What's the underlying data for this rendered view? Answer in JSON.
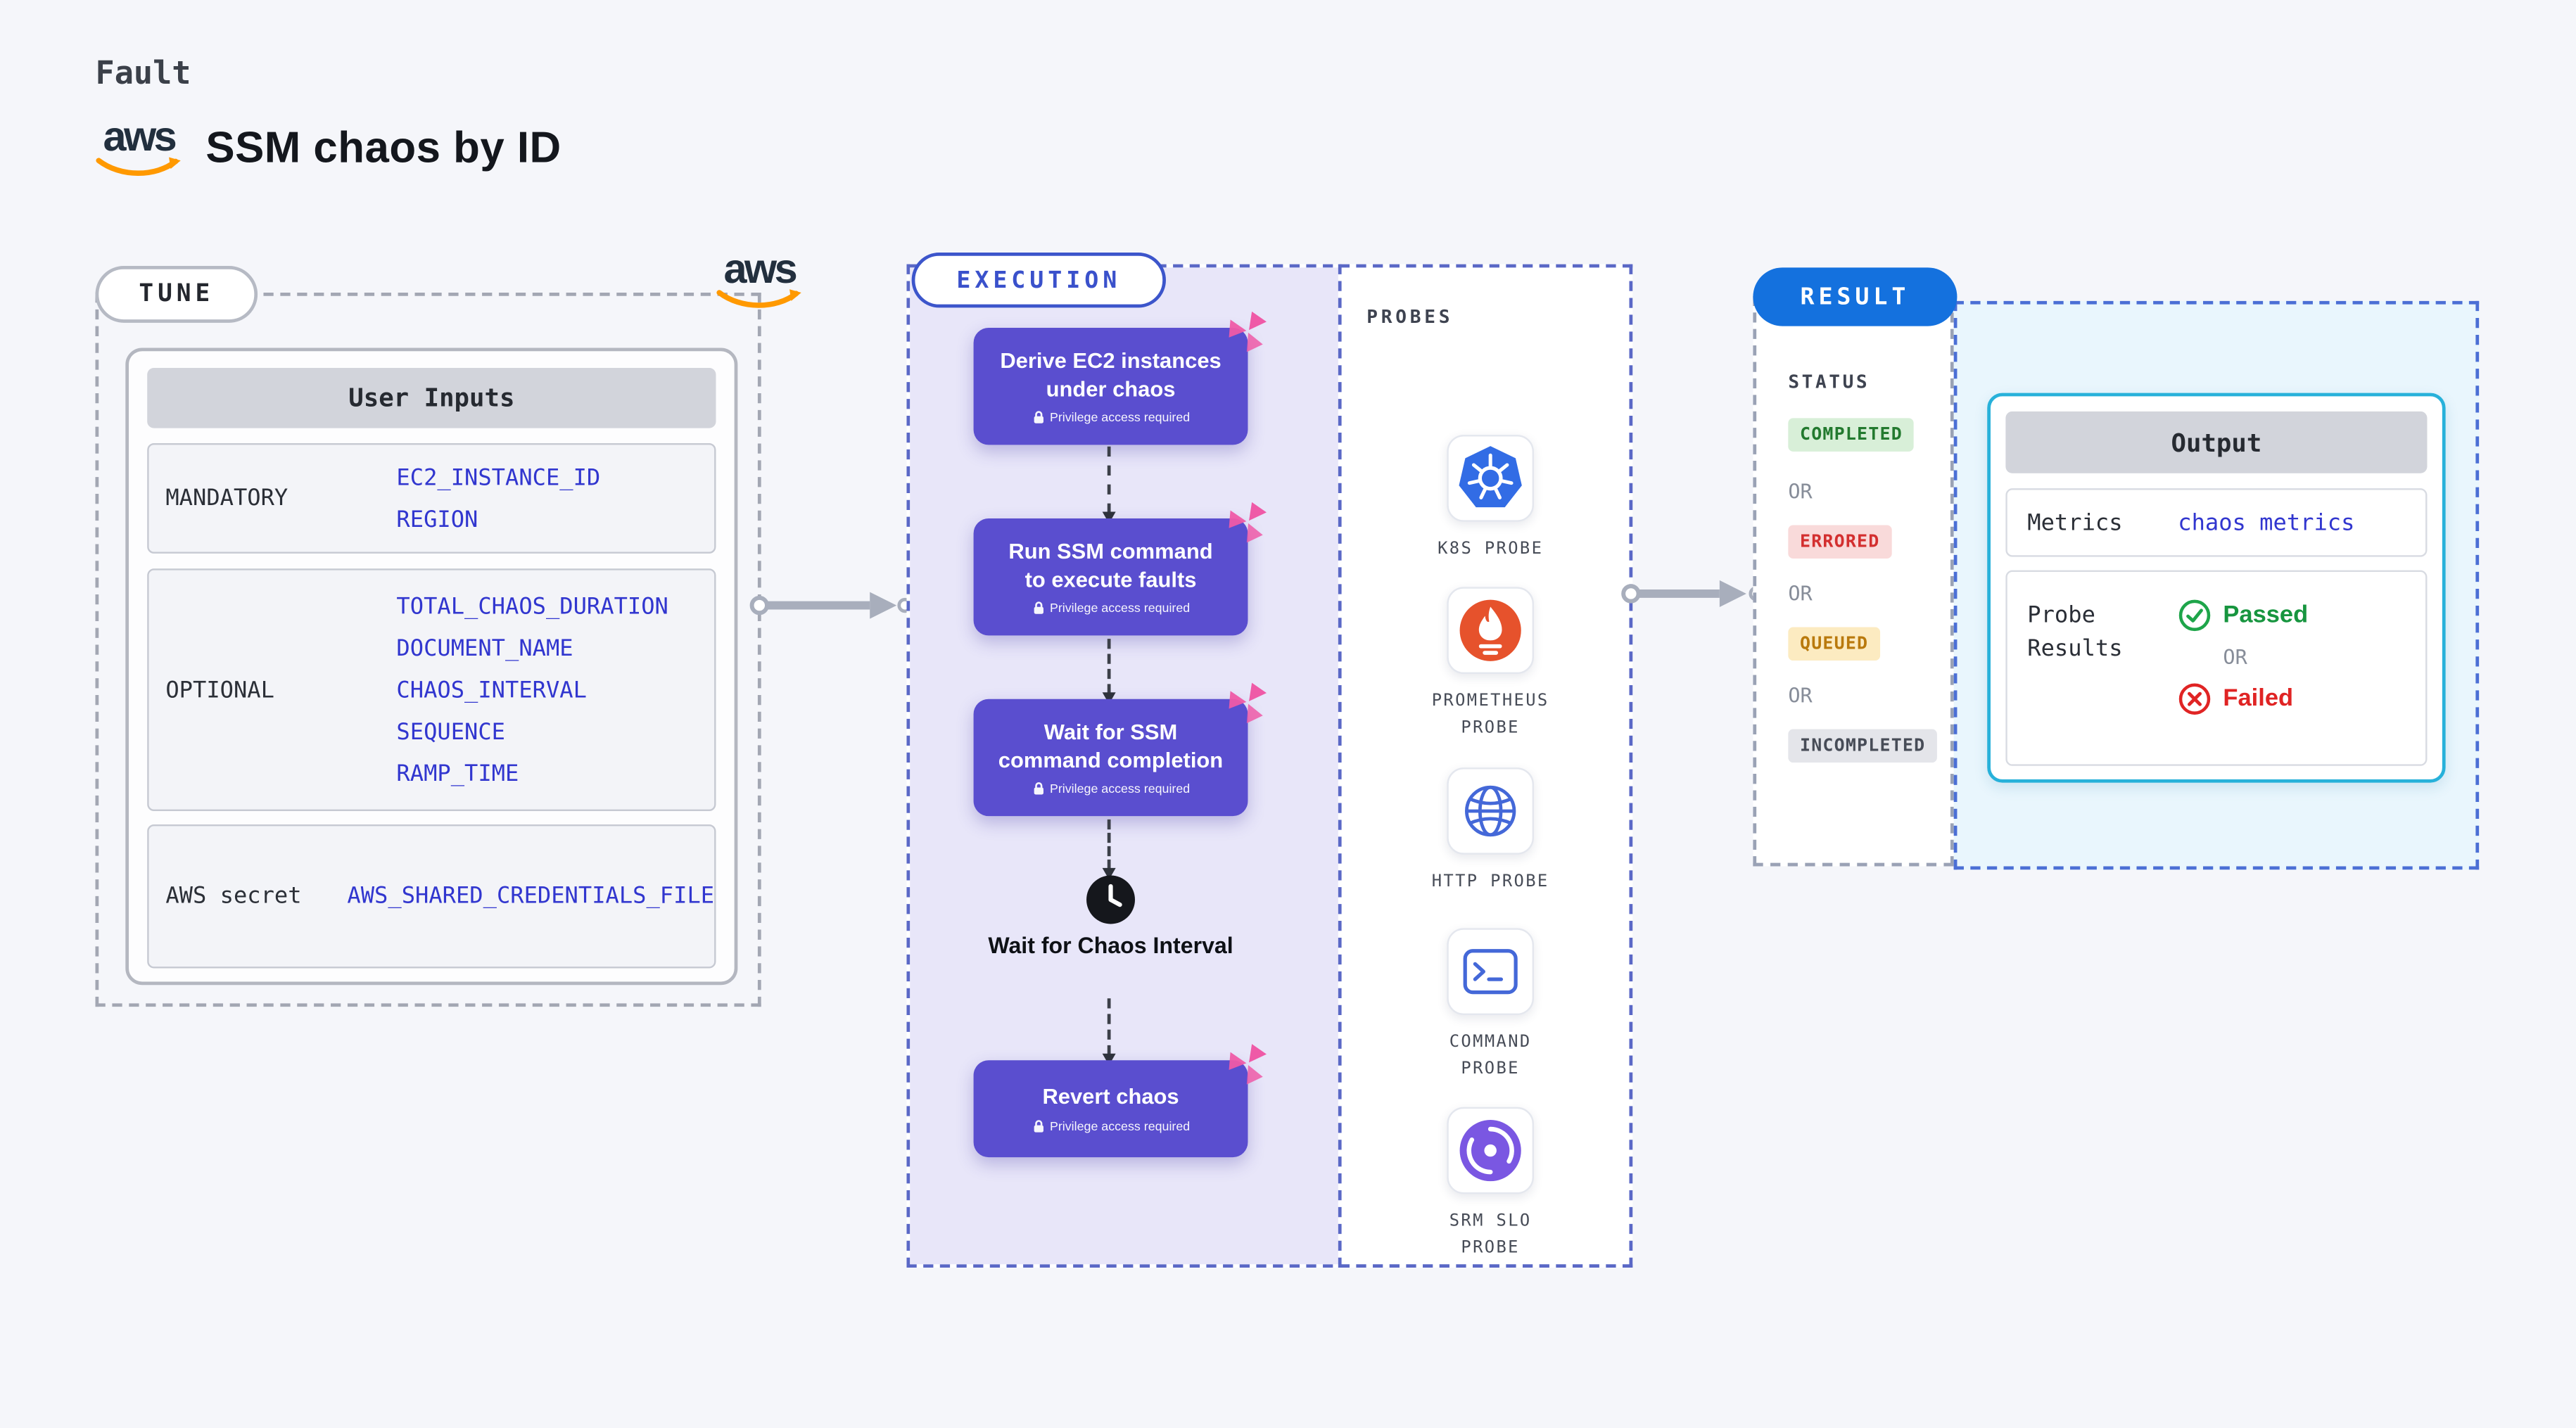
{
  "header": {
    "kicker": "Fault",
    "aws_logo_text": "aws",
    "title": "SSM chaos by ID"
  },
  "tune": {
    "pill": "TUNE",
    "card_title": "User Inputs",
    "rows": [
      {
        "label": "MANDATORY",
        "params": [
          "EC2_INSTANCE_ID",
          "REGION"
        ]
      },
      {
        "label": "OPTIONAL",
        "params": [
          "TOTAL_CHAOS_DURATION",
          "DOCUMENT_NAME",
          "CHAOS_INTERVAL",
          "SEQUENCE",
          "RAMP_TIME"
        ]
      },
      {
        "label": "AWS secret",
        "params": [
          "AWS_SHARED_CREDENTIALS_FILE"
        ]
      }
    ]
  },
  "execution": {
    "pill": "EXECUTION",
    "privilege_badge": "Privilege access required",
    "steps": [
      {
        "title": "Derive EC2 instances under chaos"
      },
      {
        "title": "Run SSM command to execute faults"
      },
      {
        "title": "Wait for SSM command completion"
      },
      {
        "title": "Revert chaos"
      }
    ],
    "wait_step": "Wait for Chaos Interval"
  },
  "probes": {
    "title": "PROBES",
    "items": [
      {
        "label": "K8S PROBE",
        "icon": "kubernetes-icon"
      },
      {
        "label": "PROMETHEUS PROBE",
        "icon": "prometheus-icon"
      },
      {
        "label": "HTTP PROBE",
        "icon": "http-globe-icon"
      },
      {
        "label": "COMMAND PROBE",
        "icon": "command-terminal-icon"
      },
      {
        "label": "SRM SLO PROBE",
        "icon": "srm-slo-icon"
      }
    ]
  },
  "result": {
    "pill": "RESULT",
    "status_label": "STATUS",
    "or_label": "OR",
    "statuses": [
      {
        "label": "COMPLETED",
        "color": "#237a2f",
        "bg": "#d8efd8"
      },
      {
        "label": "ERRORED",
        "color": "#d32f2f",
        "bg": "#f9dada"
      },
      {
        "label": "QUEUED",
        "color": "#b9790c",
        "bg": "#fcebc1"
      },
      {
        "label": "INCOMPLETED",
        "color": "#474c57",
        "bg": "#e4e5ea"
      }
    ],
    "output": {
      "title": "Output",
      "metrics_label": "Metrics",
      "metrics_value": "chaos metrics",
      "probe_results_label": "Probe Results",
      "passed_label": "Passed",
      "failed_label": "Failed"
    }
  },
  "colors": {
    "page_background": "#f5f6fa",
    "accent_purple": "#5a4ecf",
    "execution_panel": "#e8e6f9",
    "execution_dash_blue": "#5a68c6",
    "result_blue": "#1471de",
    "output_border_cyan": "#27b1da",
    "param_blue": "#3136cf",
    "chaos_pink": "#ef5aa7",
    "passed_green": "#17953f",
    "failed_red": "#e02424",
    "aws_orange": "#ff9900",
    "arrow_gray": "#a8aebc"
  }
}
